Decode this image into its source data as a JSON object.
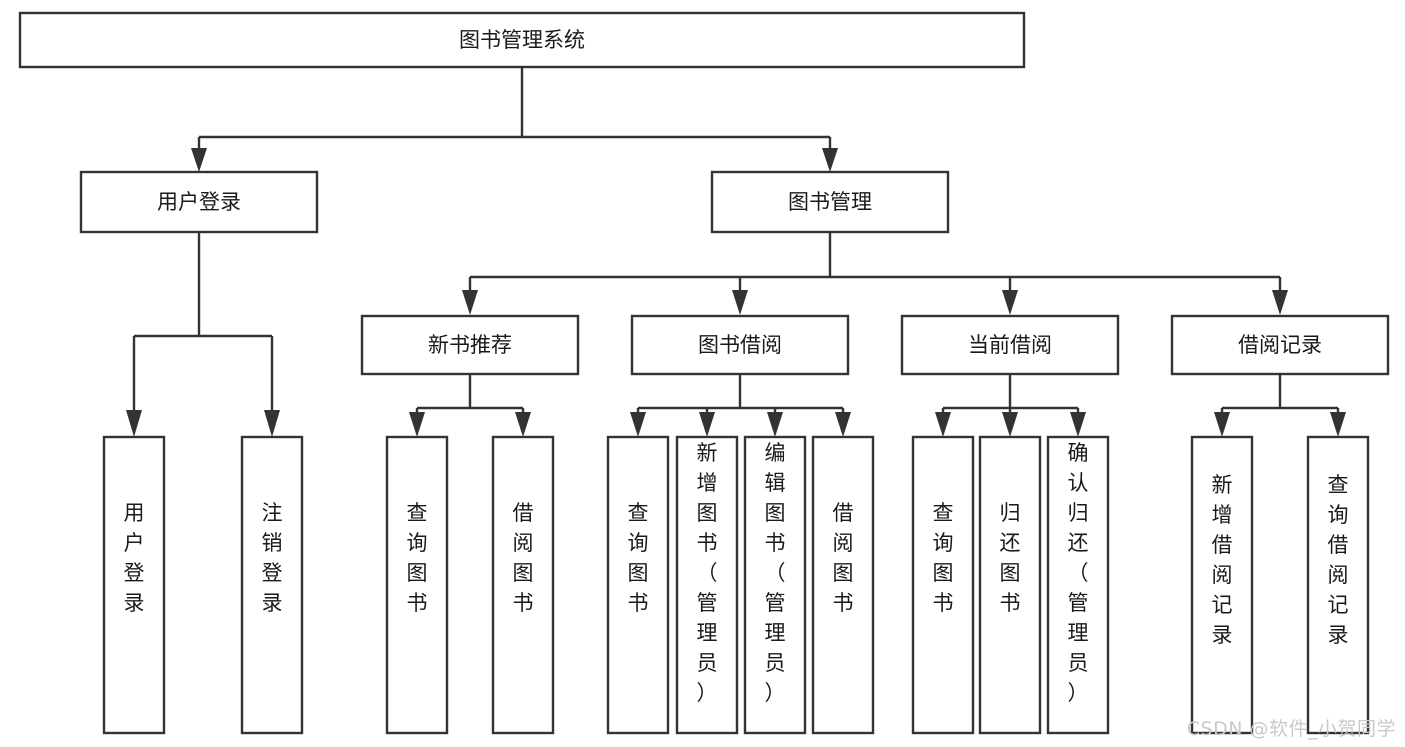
{
  "diagram": {
    "type": "tree-hierarchy-chart",
    "title": "图书管理系统",
    "watermark": "CSDN @软件_小贺同学",
    "colors": {
      "stroke": "#333333",
      "fill": "#ffffff",
      "text": "#1a1a1a",
      "watermark": "#c9c9c9"
    },
    "levels": {
      "level1": [
        {
          "id": "root",
          "label": "图书管理系统"
        }
      ],
      "level2": [
        {
          "id": "user-login",
          "label": "用户登录"
        },
        {
          "id": "book-manage",
          "label": "图书管理"
        }
      ],
      "level3": [
        {
          "id": "new-book-rec",
          "label": "新书推荐"
        },
        {
          "id": "book-borrow",
          "label": "图书借阅"
        },
        {
          "id": "current-borrow",
          "label": "当前借阅"
        },
        {
          "id": "borrow-record",
          "label": "借阅记录"
        }
      ],
      "level4": [
        {
          "id": "leaf-user-login",
          "label": "用户登录",
          "parent": "user-login"
        },
        {
          "id": "leaf-logout",
          "label": "注销登录",
          "parent": "user-login"
        },
        {
          "id": "leaf-query-book-1",
          "label": "查询图书",
          "parent": "new-book-rec"
        },
        {
          "id": "leaf-borrow-book-1",
          "label": "借阅图书",
          "parent": "new-book-rec"
        },
        {
          "id": "leaf-query-book-2",
          "label": "查询图书",
          "parent": "book-borrow"
        },
        {
          "id": "leaf-add-book",
          "label": "新增图书（管理员）",
          "parent": "book-borrow"
        },
        {
          "id": "leaf-edit-book",
          "label": "编辑图书（管理员）",
          "parent": "book-borrow"
        },
        {
          "id": "leaf-borrow-book-2",
          "label": "借阅图书",
          "parent": "book-borrow"
        },
        {
          "id": "leaf-query-book-3",
          "label": "查询图书",
          "parent": "current-borrow"
        },
        {
          "id": "leaf-return-book",
          "label": "归还图书",
          "parent": "current-borrow"
        },
        {
          "id": "leaf-confirm-return",
          "label": "确认归还（管理员）",
          "parent": "current-borrow"
        },
        {
          "id": "leaf-add-record",
          "label": "新增借阅记录",
          "parent": "borrow-record"
        },
        {
          "id": "leaf-query-record",
          "label": "查询借阅记录",
          "parent": "borrow-record"
        }
      ]
    }
  }
}
